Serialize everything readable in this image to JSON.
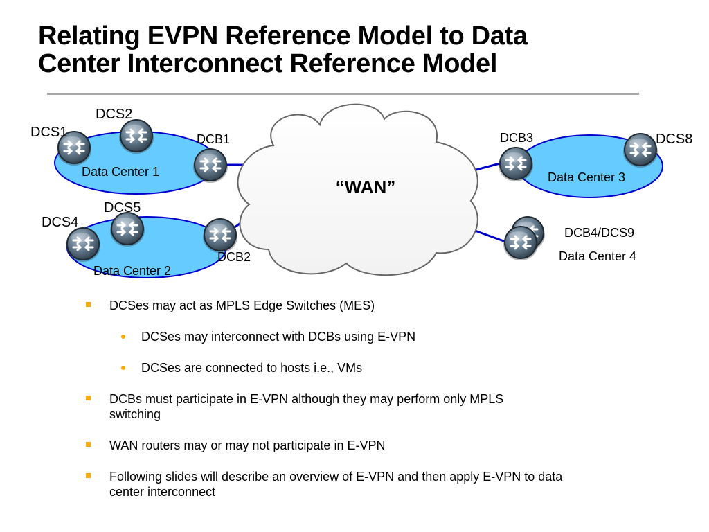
{
  "title": {
    "line1": "Relating EVPN Reference Model to Data",
    "line2": "Center Interconnect Reference Model"
  },
  "diagram": {
    "wan_label": "“WAN”",
    "data_centers": [
      {
        "id": "dc1",
        "label": "Data Center 1"
      },
      {
        "id": "dc2",
        "label": "Data Center 2"
      },
      {
        "id": "dc3",
        "label": "Data Center 3"
      },
      {
        "id": "dc4",
        "label": "Data Center 4"
      }
    ],
    "devices": {
      "dcs1": "DCS1",
      "dcs2": "DCS2",
      "dcb1": "DCB1",
      "dcs4": "DCS4",
      "dcs5": "DCS5",
      "dcb2": "DCB2",
      "dcb3": "DCB3",
      "dcs8": "DCS8",
      "dcb4_dcs9": "DCB4/DCS9"
    },
    "colors": {
      "dc_fill": "#66ccff",
      "dc_border": "#0000cc",
      "link": "#0000cc",
      "router_body": "#5a7082",
      "bullet": "#ffa800"
    }
  },
  "bullets": [
    {
      "level": 1,
      "text": "DCSes may act as MPLS Edge Switches (MES)"
    },
    {
      "level": 2,
      "text": "DCSes may interconnect with DCBs using E-VPN"
    },
    {
      "level": 2,
      "text": "DCSes are connected to hosts i.e., VMs"
    },
    {
      "level": 1,
      "text": "DCBs must participate in E-VPN  although they may perform only MPLS switching"
    },
    {
      "level": 1,
      "text": "WAN routers may or may not participate in E-VPN"
    },
    {
      "level": 1,
      "text": "Following slides will describe an overview of E-VPN and then apply E-VPN to data center interconnect"
    }
  ]
}
